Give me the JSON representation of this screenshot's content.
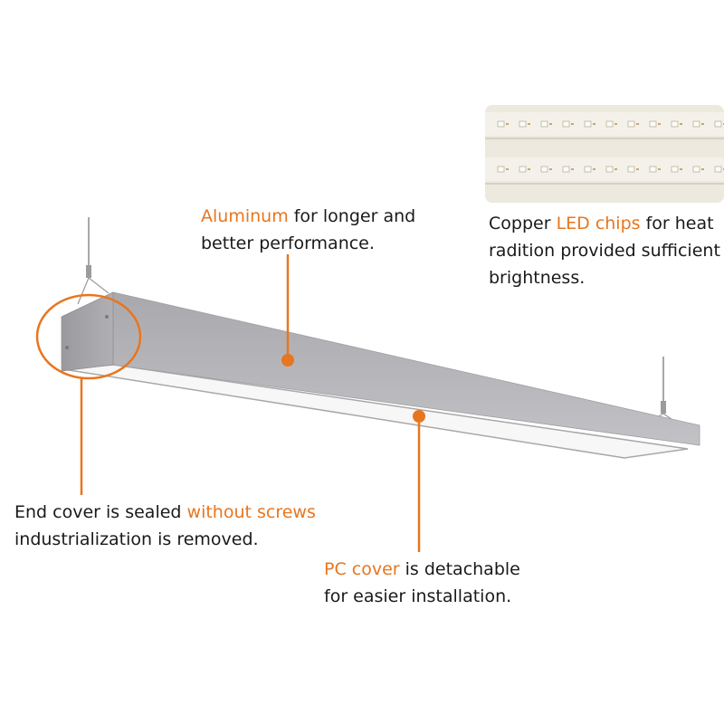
{
  "colors": {
    "accent": "#e8761e",
    "text": "#1a1a1a",
    "housing": "#b5b5b8",
    "diffuser": "#f7f7f7"
  },
  "callouts": {
    "aluminum": {
      "highlight": "Aluminum",
      "line1_rest": " for longer and",
      "line2": "better performance."
    },
    "led_chips": {
      "line1_pre": "Copper ",
      "highlight": "LED chips",
      "line1_post": " for heat",
      "line2": "radition provided sufficient",
      "line3": "brightness."
    },
    "end_cover": {
      "line1_pre": "End cover is sealed ",
      "highlight": "without screws",
      "line2": "industrialization is removed."
    },
    "pc_cover": {
      "highlight": "PC cover",
      "line1_rest": " is detachable",
      "line2": "for easier installation."
    }
  }
}
